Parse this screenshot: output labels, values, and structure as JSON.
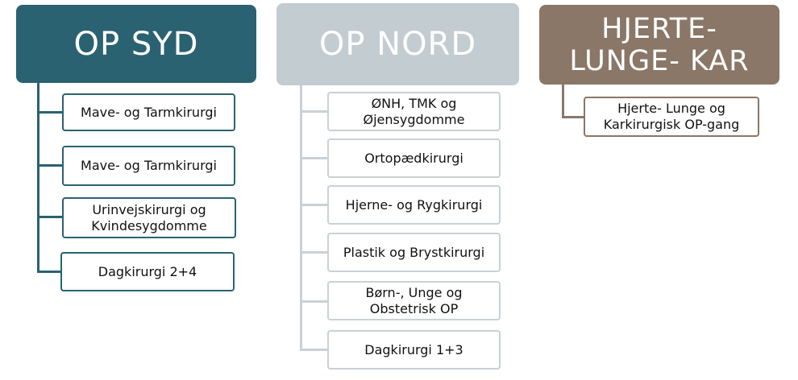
{
  "columns": [
    {
      "title": "OP SYD",
      "color": "#2a6272",
      "items": [
        "Mave- og Tarmkirurgi",
        "Mave- og Tarmkirurgi",
        "Urinvejskirurgi og Kvindesygdomme",
        "Dagkirurgi 2+4"
      ]
    },
    {
      "title": "OP NORD",
      "color": "#c2ccd1",
      "items": [
        "ØNH, TMK og Øjensygdomme",
        "Ortopædkirurgi",
        "Hjerne- og Rygkirurgi",
        "Plastik og Brystkirurgi",
        "Børn-, Unge og Obstetrisk OP",
        "Dagkirurgi 1+3"
      ]
    },
    {
      "title": "HJERTE- LUNGE- KAR",
      "color": "#8a7767",
      "items": [
        "Hjerte- Lunge og Karkirurgisk OP-gang"
      ]
    }
  ]
}
